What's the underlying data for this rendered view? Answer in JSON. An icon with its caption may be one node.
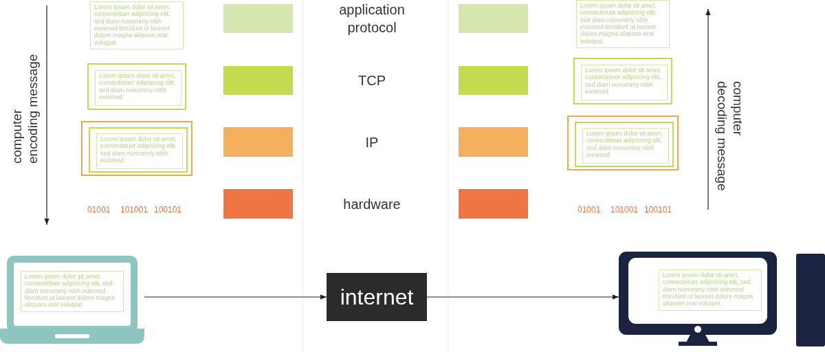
{
  "diagram": {
    "nodes": [
      {
        "text": [
          "Lorem ipsum dolor sit amet, consectetuer adipiscing elit, sed diam nonummy nibh euismod tincidunt ut laoreet dolore magna aliquam erat volutpat."
        ]
      },
      {
        "text": [],
        "shape": "box"
      },
      {
        "text": [
          "Lorem ipsum dolor sit amet, consectetuer adipiscing elit, sed diam nonummy nibh euismod"
        ],
        "in": 1
      },
      {
        "text": [],
        "shape": "box"
      },
      {
        "text": [],
        "shape": "box",
        "in": 3
      },
      {
        "text": [
          "Lorem ipsum dolor sit amet, consectetuer adipiscing elit, sed diam nonummy nibh euismod"
        ],
        "in": 4
      },
      {
        "text": [
          "Lorem ipsum dolor sit amet, consectetuer adipiscing elit, sed diam nonummy nibh euismod tincidunt ut laoreet dolore magna aliquam erat volutpat."
        ]
      },
      {
        "text": [],
        "shape": "box"
      },
      {
        "text": [
          "Lorem ipsum dolor sit amet, consectetuer adipiscing elit, sed diam nonummy nibh euismod"
        ],
        "in": 7
      },
      {
        "text": [],
        "shape": "box"
      },
      {
        "text": [],
        "shape": "box",
        "in": 9
      },
      {
        "text": [
          "Lorem ipsum dolor sit amet, consectetuer adipiscing elit, sed diam nonummy nibh euismod"
        ],
        "in": 10
      },
      {
        "text": [],
        "shape": "picture"
      },
      {
        "text": [
          "Lorem ipsum dolor sit amet, consectetuer adipiscing elit, sed diam nonummy nibh euismod tincidunt ut laoreet dolore magna aliquam erat volutpat."
        ],
        "in": 12
      },
      {
        "text": [
          "internet"
        ]
      },
      {
        "text": [],
        "shape": "picture"
      },
      {
        "text": [
          "Lorem ipsum dolor sit amet, consectetuer adipiscing elit, sed diam nonummy nibh euismod tincidunt ut laoreet dolore magna aliquam erat volutpat."
        ],
        "in": 15
      }
    ],
    "edges": [
      {
        "from": 12,
        "to": 14,
        "arrow": "to"
      },
      {
        "from": 14,
        "to": 15,
        "arrow": "to"
      }
    ],
    "labels": [
      "computer encoding message",
      "01001",
      "101001",
      "100101",
      "computer decoding message",
      "01001",
      "101001",
      "100101"
    ],
    "legend": [
      {
        "text": "application protocol",
        "color": "#d6e6b0"
      },
      {
        "text": "TCP",
        "color": "#c5da4f"
      },
      {
        "text": "IP",
        "color": "#f4b05c"
      },
      {
        "text": "hardware",
        "color": "#f07545"
      }
    ]
  }
}
